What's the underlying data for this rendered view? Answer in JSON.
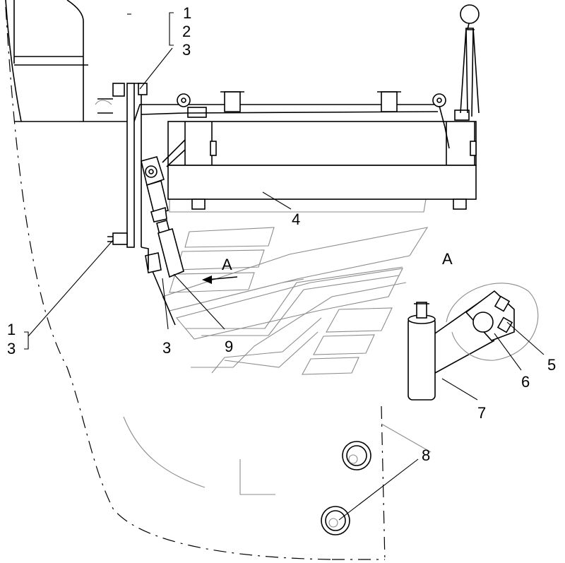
{
  "callouts": {
    "c1_top": "1",
    "c2_top": "2",
    "c3_top": "3",
    "c1_left": "1",
    "c3_left": "3",
    "c3_mid": "3",
    "c4": "4",
    "c5": "5",
    "c6": "6",
    "c7": "7",
    "c8": "8",
    "c9": "9"
  },
  "views": {
    "view_label": "A",
    "arrow_label": "A"
  }
}
